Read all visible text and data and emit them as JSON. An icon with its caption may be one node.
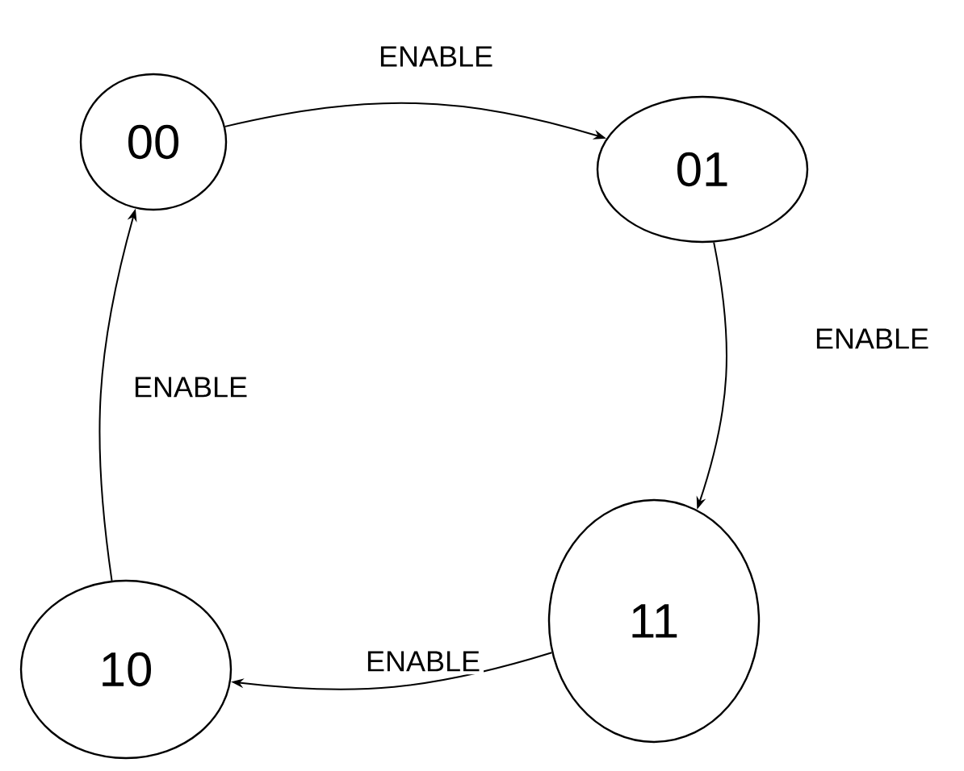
{
  "diagram": {
    "nodes": [
      {
        "text": [
          "00"
        ]
      },
      {
        "text": [
          "01"
        ]
      },
      {
        "text": [
          "11"
        ]
      },
      {
        "text": [
          "10"
        ]
      }
    ],
    "edges": [
      {
        "from": 0,
        "to": 1,
        "arrow": "to",
        "label": "ENABLE"
      },
      {
        "from": 1,
        "to": 2,
        "arrow": "to",
        "label": "ENABLE"
      },
      {
        "from": 2,
        "to": 3,
        "arrow": "to",
        "label": "ENABLE"
      },
      {
        "from": 3,
        "to": 0,
        "arrow": "to",
        "label": "ENABLE"
      }
    ]
  }
}
